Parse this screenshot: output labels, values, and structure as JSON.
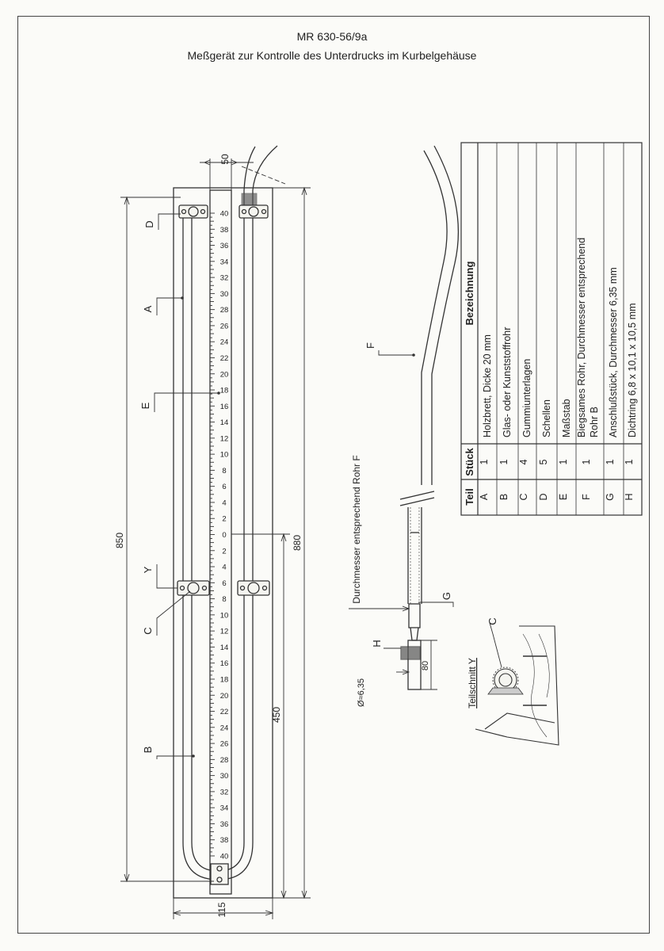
{
  "header": {
    "title": "MR 630-56/9a",
    "subtitle": "Meßgerät zur Kontrolle des Unterdrucks im Kurbelgehäuse"
  },
  "dimensions": {
    "width_50": "50",
    "height_850": "850",
    "height_880": "880",
    "depth_450": "450",
    "width_115": "115",
    "fitting_80": "80",
    "diameter": "Ø≈6,35"
  },
  "callouts": {
    "A": "A",
    "B": "B",
    "C": "C",
    "D": "D",
    "E": "E",
    "F": "F",
    "G": "G",
    "H": "H",
    "Y": "Y"
  },
  "notes": {
    "tube_diameter": "Durchmesser entsprechend Rohr F",
    "section": "Teilschnitt Y"
  },
  "scale": {
    "labels": [
      "40",
      "38",
      "36",
      "34",
      "32",
      "30",
      "28",
      "26",
      "24",
      "22",
      "20",
      "18",
      "16",
      "14",
      "12",
      "10",
      "8",
      "6",
      "4",
      "2",
      "0",
      "2",
      "4",
      "6",
      "8",
      "10",
      "12",
      "14",
      "16",
      "18",
      "20",
      "22",
      "24",
      "26",
      "28",
      "30",
      "32",
      "34",
      "36",
      "38",
      "40"
    ]
  },
  "parts_table": {
    "headers": {
      "part": "Teil",
      "qty": "Stück",
      "name": "Bezeichnung"
    },
    "rows": [
      {
        "part": "A",
        "qty": "1",
        "name": "Holzbrett, Dicke 20 mm"
      },
      {
        "part": "B",
        "qty": "1",
        "name": "Glas- oder Kunststoffrohr"
      },
      {
        "part": "C",
        "qty": "4",
        "name": "Gummiunterlagen"
      },
      {
        "part": "D",
        "qty": "5",
        "name": "Schellen"
      },
      {
        "part": "E",
        "qty": "1",
        "name": "Maßstab"
      },
      {
        "part": "F",
        "qty": "1",
        "name": "Biegsames Rohr, Durchmesser entsprechend",
        "name2": "Rohr B"
      },
      {
        "part": "G",
        "qty": "1",
        "name": "Anschlußstück, Durchmesser 6,35 mm"
      },
      {
        "part": "H",
        "qty": "1",
        "name": "Dichtring 6,8 x 10,1 x 10,5 mm"
      }
    ]
  }
}
